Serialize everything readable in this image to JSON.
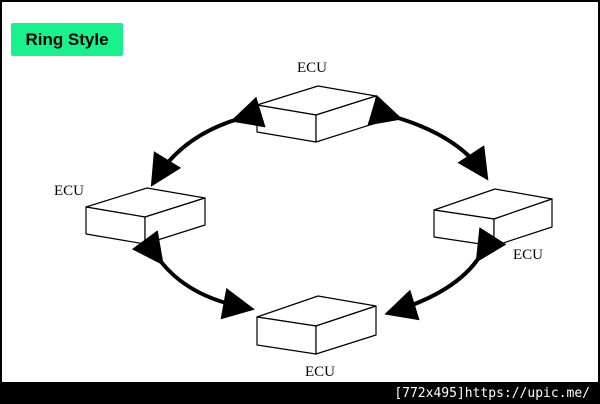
{
  "title": "Ring Style",
  "nodes": [
    {
      "id": "top",
      "label": "ECU"
    },
    {
      "id": "left",
      "label": "ECU"
    },
    {
      "id": "right",
      "label": "ECU"
    },
    {
      "id": "bottom",
      "label": "ECU"
    }
  ],
  "watermark": "[772x495]https://upic.me/",
  "colors": {
    "title_badge": "#19f28c",
    "stroke": "#000000",
    "box_fill": "#ffffff",
    "background": "#ffffff",
    "border": "#000000"
  }
}
